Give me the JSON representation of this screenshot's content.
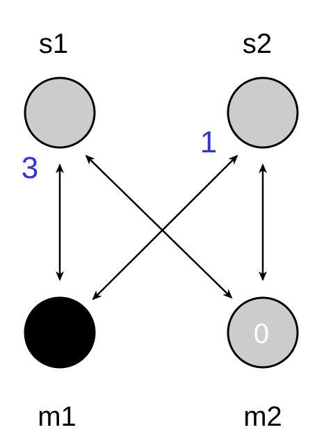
{
  "colors": {
    "node_fill_gray": "#cccccc",
    "node_fill_black": "#000000",
    "node_stroke": "#000000",
    "edge_label_color": "#3333dd",
    "inner_label_color": "#ffffff"
  },
  "nodes": {
    "s1": {
      "label": "s1",
      "fill": "gray"
    },
    "s2": {
      "label": "s2",
      "fill": "gray"
    },
    "m1": {
      "label": "m1",
      "fill": "black"
    },
    "m2": {
      "label": "m2",
      "fill": "gray",
      "inner_label": "0"
    }
  },
  "edges": [
    {
      "from": "s1",
      "to": "m1",
      "directed": "both",
      "label": "3"
    },
    {
      "from": "s2",
      "to": "m1",
      "directed": "both",
      "label": "1"
    },
    {
      "from": "s1",
      "to": "m2",
      "directed": "both",
      "label": ""
    },
    {
      "from": "s2",
      "to": "m2",
      "directed": "both",
      "label": ""
    }
  ]
}
